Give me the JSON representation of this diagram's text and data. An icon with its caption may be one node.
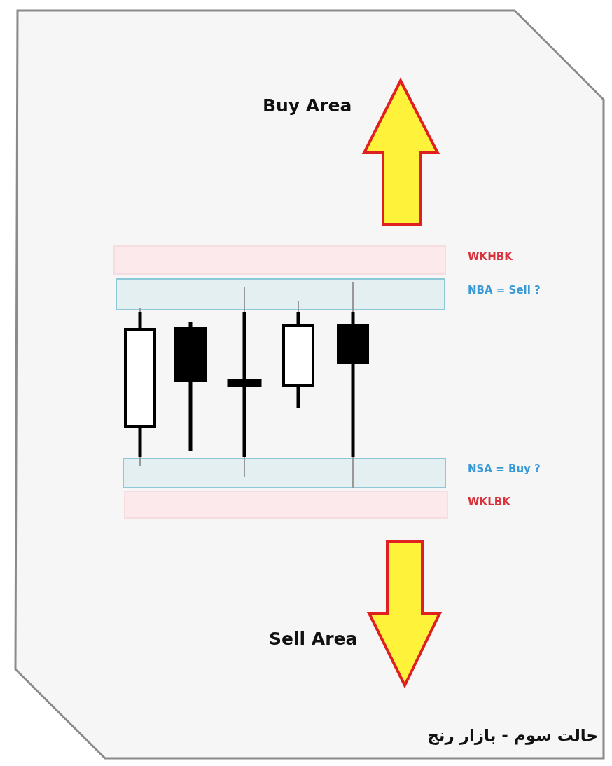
{
  "diagram": {
    "caption": "حالت سوم - بازار رنج",
    "nodes": [
      {
        "text": [],
        "shape": "band",
        "beside": [
          "WKHBK"
        ]
      },
      {
        "text": [],
        "shape": "band",
        "beside": [
          "NBA = Sell ?"
        ]
      },
      {
        "text": [],
        "shape": "band",
        "beside": [
          "NSA = Buy ?"
        ]
      },
      {
        "text": [],
        "shape": "band",
        "beside": [
          "WKLBK"
        ]
      }
    ],
    "labels": [
      "Buy Area",
      "Sell Area"
    ]
  }
}
